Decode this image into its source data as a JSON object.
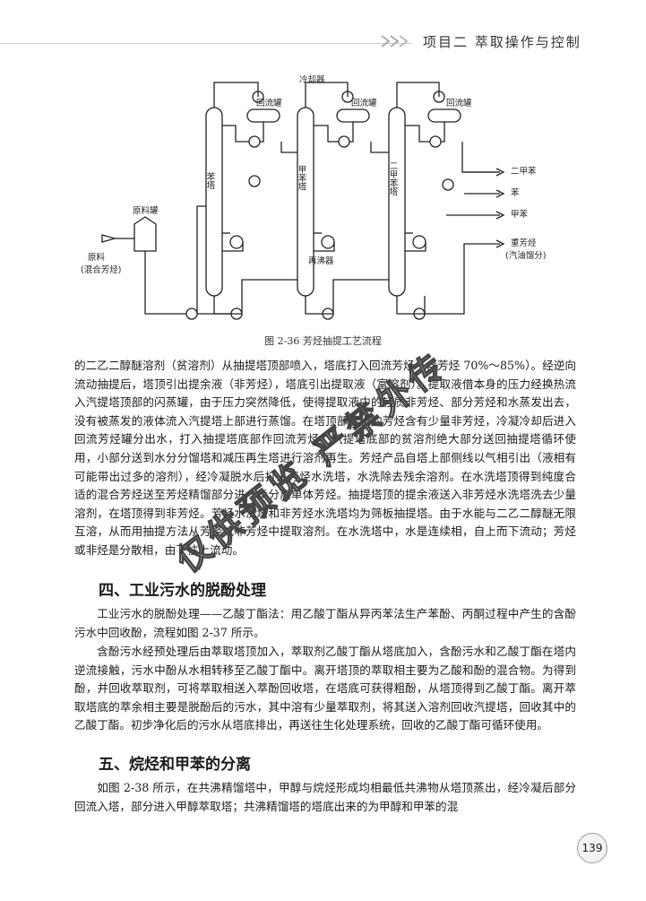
{
  "header": {
    "title": "项目二   萃取操作与控制"
  },
  "diagram": {
    "labels": {
      "reflux_drum_1": "回流罐",
      "cooler": "冷却器",
      "reflux_drum_2": "回流罐",
      "reflux_drum_3": "回流罐",
      "benzene_tower": "苯塔",
      "toluene_tower": "甲苯塔",
      "xylene_tower": "二甲苯塔",
      "feed_tank": "原料罐",
      "feed": "原料",
      "feed_note": "(混合芳烃)",
      "reboiler": "再沸器",
      "out_xylene": "二甲苯",
      "out_benzene": "苯",
      "out_toluene": "甲苯",
      "out_heavy": "重芳烃",
      "out_heavy_note": "(汽油馏分)"
    },
    "caption": "图 2-36   芳烃抽提工艺流程"
  },
  "paragraphs": [
    "的二乙二醇醚溶剂（贫溶剂）从抽提塔顶部喷入，塔底打入回流芳烃（含芳烃 70%～85%）。经逆向流动抽提后，塔顶引出提余液（非芳烃），塔底引出提取液（富溶剂）。提取液借本身的压力经换热流入汽提塔顶部的闪蒸罐，由于压力突然降低，使得提取液中的轻质非芳烃、部分芳烃和水蒸发出去，没有被蒸发的液体流入汽提塔上部进行蒸馏。在塔顶部蒸出的芳烃含有少量非芳烃，冷凝冷却后进入回流芳烃罐分出水，打入抽提塔底部作回流芳烃。汽提塔底部的贫溶剂绝大部分送回抽提塔循环使用，小部分送到水分分馏塔和减压再生塔进行溶剂再生。芳烃产品自塔上部侧线以气相引出（液相有可能带出过多的溶剂），经冷凝脱水后打入芳烃水洗塔，水洗除去残余溶剂。在水洗塔顶得到纯度合适的混合芳烃送至芳烃精馏部分进一步分离单体芳烃。抽提塔顶的提余液送入非芳烃水洗塔洗去少量溶剂，在塔顶得到非芳烃。芳烃水洗塔和非芳烃水洗塔均为筛板抽提塔。由于水能与二乙二醇醚无限互溶，从而用抽提方法从芳烃或非芳烃中提取溶剂。在水洗塔中，水是连续相，自上而下流动；芳烃或非烃是分散相，由下往上流动。",
    "工业污水的脱酚处理——乙酸丁酯法：用乙酸丁酯从异丙苯法生产苯酚、丙酮过程中产生的含酚污水中回收酚，流程如图 2-37 所示。",
    "含酚污水经预处理后由萃取塔顶加入，萃取剂乙酸丁酯从塔底加入，含酚污水和乙酸丁酯在塔内逆流接触，污水中酚从水相转移至乙酸丁酯中。离开塔顶的萃取相主要为乙酸和酚的混合物。为得到酚，并回收萃取剂，可将萃取相送入萃酚回收塔，在塔底可获得粗酚，从塔顶得到乙酸丁酯。离开萃取塔底的萃余相主要是脱酚后的污水，其中溶有少量萃取剂，将其送入溶剂回收汽提塔，回收其中的乙酸丁酯。初步净化后的污水从塔底排出，再送往生化处理系统，回收的乙酸丁酯可循环使用。",
    "如图 2-38 所示，在共沸精馏塔中，甲醇与烷烃形成均相最低共沸物从塔顶蒸出，经冷凝后部分回流入塔，部分进入甲醇萃取塔；共沸精馏塔的塔底出来的为甲醇和甲苯的混"
  ],
  "headings": {
    "section4": "四、工业污水的脱酚处理",
    "section5": "五、烷烃和甲苯的分离"
  },
  "watermark": {
    "text": "仅供预览 严禁外传"
  },
  "page_number": "139"
}
